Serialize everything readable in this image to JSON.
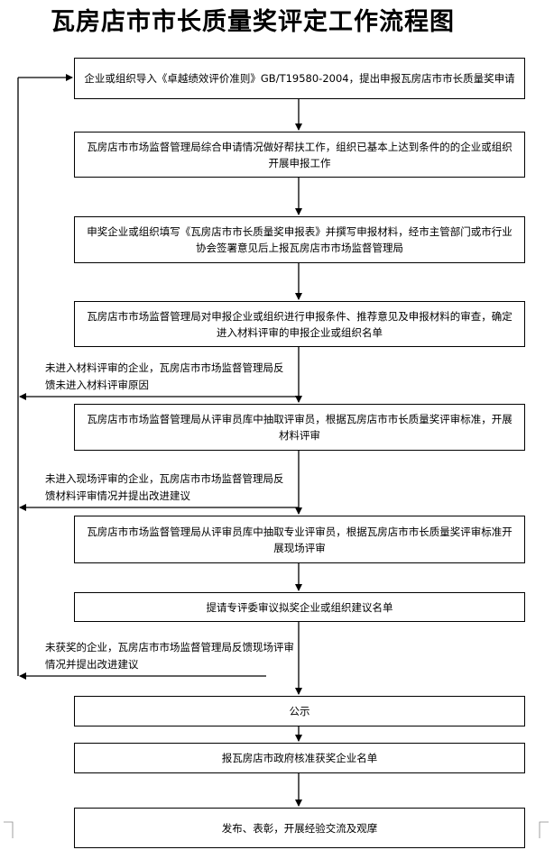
{
  "title": "瓦房店市市长质量奖评定工作流程图",
  "steps": [
    "企业或组织导入《卓越绩效评价准则》GB/T19580-2004，提出申报瓦房店市市长质量奖申请",
    "瓦房店市市场监督管理局综合申请情况做好帮扶工作，组织已基本上达到条件的的企业或组织开展申报工作",
    "申奖企业或组织填写《瓦房店市市长质量奖申报表》并撰写申报材料，经市主管部门或市行业协会签署意见后上报瓦房店市市场监督管理局",
    "瓦房店市市场监督管理局对申报企业或组织进行申报条件、推荐意见及申报材料的审查，确定进入材料评审的申报企业或组织名单",
    "瓦房店市市场监督管理局从评审员库中抽取评审员，根据瓦房店市市长质量奖评审标准，开展材料评审",
    "瓦房店市市场监督管理局从评审员库中抽取专业评审员，根据瓦房店市市长质量奖评审标准开展现场评审",
    "提请专评委审议拟奖企业或组织建议名单",
    "公示",
    "报瓦房店市政府核准获奖企业名单",
    "发布、表彰，开展经验交流及观摩"
  ],
  "feedback_notes": [
    "未进入材料评审的企业，瓦房店市市场监督管理局反馈未进入材料评审原因",
    "未进入现场评审的企业，瓦房店市市场监督管理局反馈材料评审情况并提出改进建议",
    "未获奖的企业，瓦房店市市场监督管理局反馈现场评审情况并提出改进建议"
  ],
  "colors": {
    "line": "#000000",
    "box_border": "#000000"
  }
}
